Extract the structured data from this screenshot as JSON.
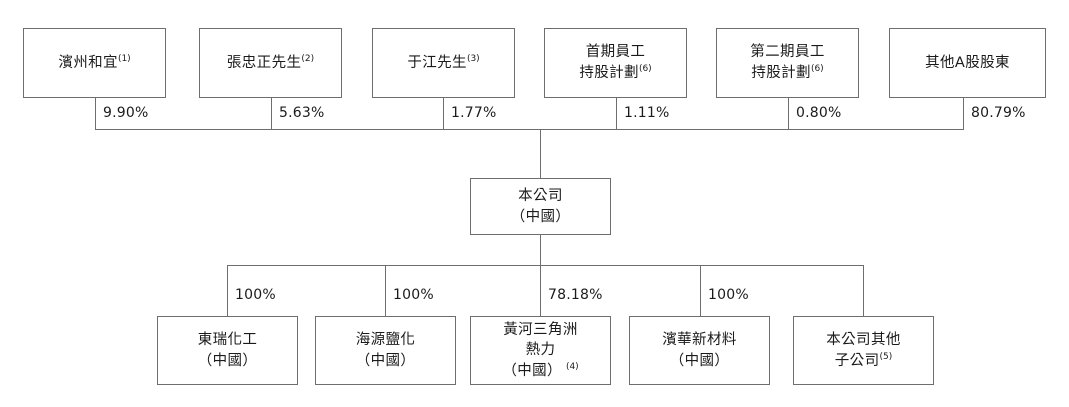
{
  "diagram": {
    "title": "Shareholding and corporate structure chart",
    "line_color": "#6e6e6e",
    "text_color": "#1b1b1b",
    "background": "#ffffff"
  },
  "shareholders": [
    {
      "name": "binzhou-heyi",
      "lines": [
        "濱州和宜"
      ],
      "footnote": "(1)",
      "footnote_spaced": false,
      "percent": "9.90%"
    },
    {
      "name": "mr-zhang-zhongzheng",
      "lines": [
        "張忠正先生"
      ],
      "footnote": "(2)",
      "footnote_spaced": false,
      "percent": "5.63%"
    },
    {
      "name": "mr-yu-jiang",
      "lines": [
        "于江先生"
      ],
      "footnote": "(3)",
      "footnote_spaced": false,
      "percent": "1.77%"
    },
    {
      "name": "first-employee-share-plan",
      "lines": [
        "首期員工",
        "持股計劃"
      ],
      "footnote": "(6)",
      "footnote_spaced": false,
      "percent": "1.11%"
    },
    {
      "name": "second-employee-share-plan",
      "lines": [
        "第二期員工",
        "持股計劃"
      ],
      "footnote": "(6)",
      "footnote_spaced": false,
      "percent": "0.80%"
    },
    {
      "name": "other-a-share-holders",
      "lines": [
        "其他A股股東"
      ],
      "footnote": "",
      "footnote_spaced": false,
      "percent": "80.79%"
    }
  ],
  "company": {
    "name": "the-company",
    "lines": [
      "本公司",
      "（中國）"
    ],
    "footnote": "",
    "footnote_spaced": false
  },
  "subsidiaries": [
    {
      "name": "dongrui-chemical",
      "lines": [
        "東瑞化工",
        "（中國）"
      ],
      "footnote": "",
      "footnote_spaced": false,
      "percent": "100%"
    },
    {
      "name": "haiyuan-yanhua",
      "lines": [
        "海源鹽化",
        "（中國）"
      ],
      "footnote": "",
      "footnote_spaced": false,
      "percent": "100%"
    },
    {
      "name": "yellow-river-delta-thermal-power",
      "lines": [
        "黃河三角洲",
        "熱力",
        "（中國）"
      ],
      "footnote": "(4)",
      "footnote_spaced": true,
      "percent": "78.18%"
    },
    {
      "name": "binhua-new-material",
      "lines": [
        "濱華新材料",
        "（中國）"
      ],
      "footnote": "",
      "footnote_spaced": false,
      "percent": "100%"
    },
    {
      "name": "other-subsidiaries-of-the-company",
      "lines": [
        "本公司其他",
        "子公司"
      ],
      "footnote": "(5)",
      "footnote_spaced": false,
      "percent": ""
    }
  ]
}
